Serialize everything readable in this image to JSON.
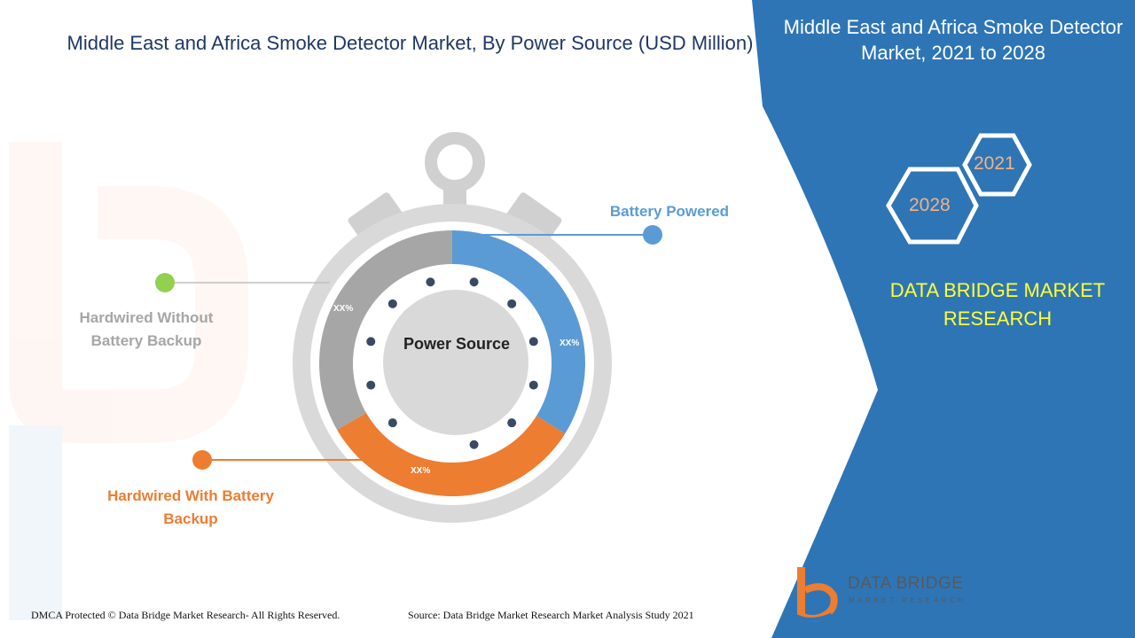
{
  "header": {
    "title": "Middle East and Africa Smoke Detector Market, By Power Source (USD Million)"
  },
  "right_panel": {
    "title": "Middle East and Africa Smoke Detector Market, 2021 to 2028",
    "years": [
      "2021",
      "2028"
    ],
    "brand": "DATA BRIDGE MARKET RESEARCH",
    "logo_text": "DATA BRIDGE",
    "logo_subtext": "MARKET RESEARCH",
    "color": "#2e75b6"
  },
  "chart_data": {
    "type": "pie",
    "center_label": "Power Source",
    "segments": [
      {
        "label": "Battery Powered",
        "value_label": "XX%",
        "color": "#5b9bd5"
      },
      {
        "label": "Hardwired With Battery Backup",
        "value_label": "XX%",
        "color": "#ed7d31"
      },
      {
        "label": "Hardwired Without Battery Backup",
        "value_label": "XX%",
        "color": "#a6a6a6"
      }
    ]
  },
  "footer": {
    "left": "DMCA Protected © Data Bridge Market Research- All Rights Reserved.",
    "right": "Source: Data Bridge Market Research Market Analysis Study 2021"
  }
}
